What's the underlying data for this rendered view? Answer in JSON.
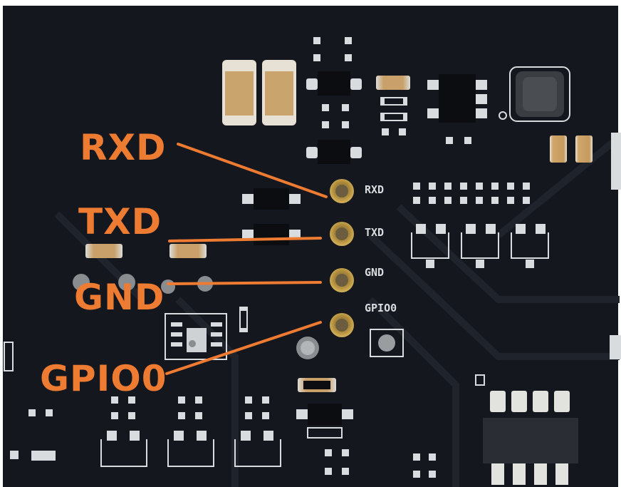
{
  "image": {
    "subject": "close-up of a dark PCB showing a labeled serial header",
    "colors": {
      "board": "#14171d",
      "board_light": "#1d2129",
      "callout": "#ee7b32",
      "silkscreen": "#d9dcdf",
      "pad_gold": "#b8903a",
      "pad_copper": "#8c6a2c",
      "capacitor": "#c7a36b"
    }
  },
  "callouts": [
    {
      "id": "rxd",
      "label": "RXD"
    },
    {
      "id": "txd",
      "label": "TXD"
    },
    {
      "id": "gnd",
      "label": "GND"
    },
    {
      "id": "gpio0",
      "label": "GPIO0"
    }
  ],
  "silkscreen": {
    "rxd": "RXD",
    "txd": "TXD",
    "gnd": "GND",
    "gpio0": "GPIO0"
  }
}
